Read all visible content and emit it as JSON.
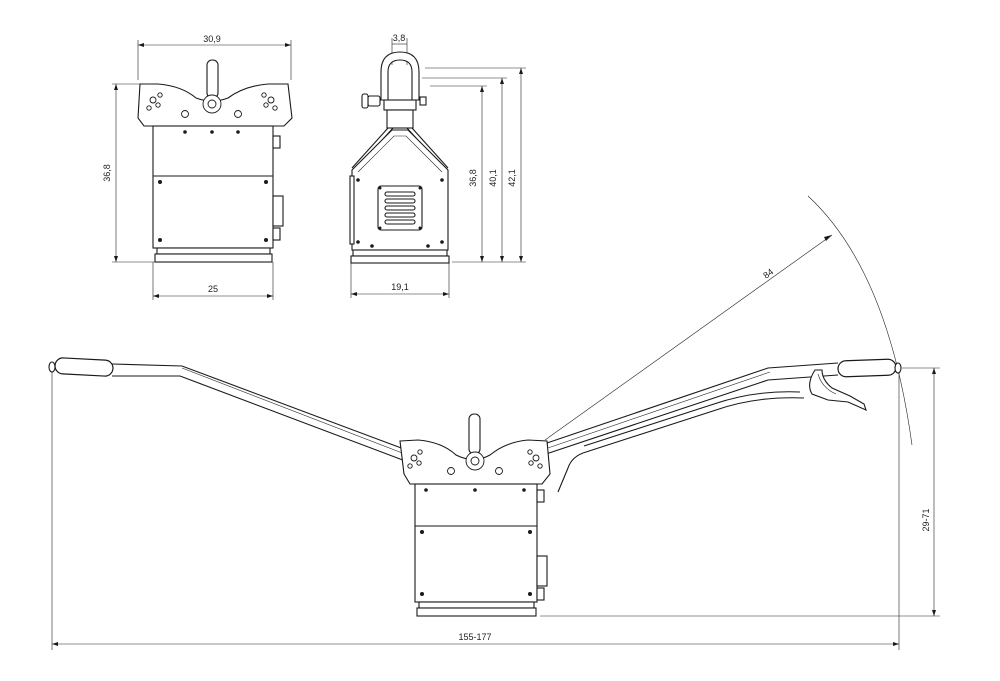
{
  "dimensions": {
    "front_width_top": "30,9",
    "front_height": "36,8",
    "front_width_bottom": "25",
    "side_shackle_width": "3,8",
    "side_height_inner": "36,8",
    "side_height_mid": "40,1",
    "side_height_outer": "42,1",
    "side_width_bottom": "19,1",
    "handle_radius": "84",
    "handle_height_range": "29-71",
    "overall_width_range": "155-177"
  }
}
